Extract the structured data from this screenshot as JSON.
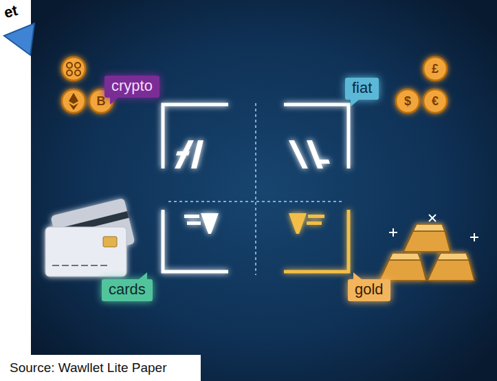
{
  "diagram": {
    "caption": "Source: Wawllet Lite Paper",
    "nodes": [
      {
        "text": [
          "crypto"
        ]
      },
      {
        "text": [
          "fiat"
        ]
      },
      {
        "text": [
          "cards"
        ]
      },
      {
        "text": [
          "gold"
        ]
      }
    ],
    "labels": [
      "et",
      "B",
      "£",
      "$",
      "€"
    ]
  }
}
